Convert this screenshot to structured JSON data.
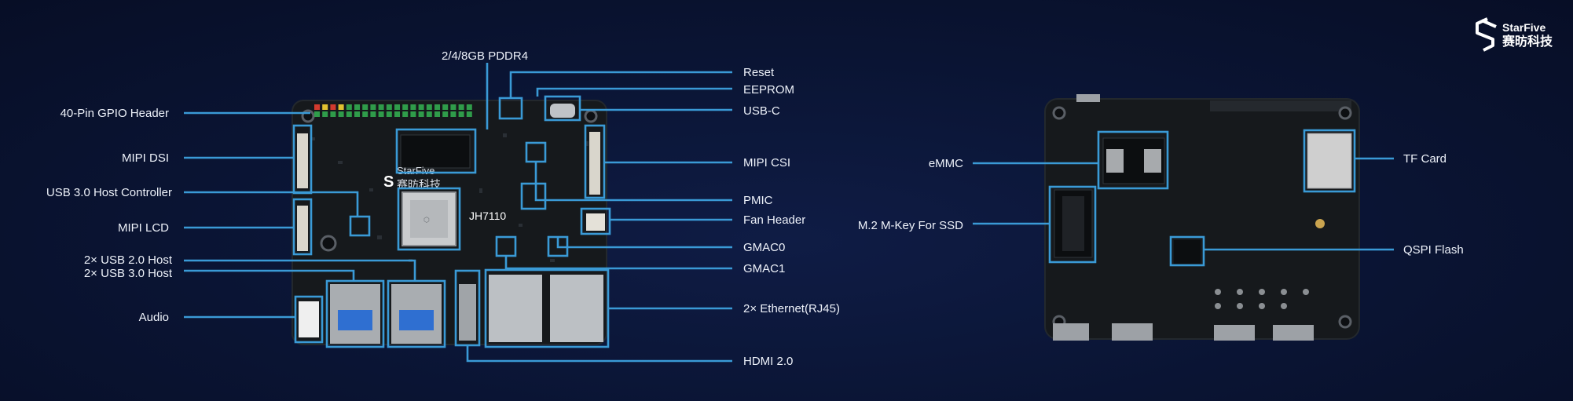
{
  "brand": {
    "name_en": "StarFive",
    "name_cn": "赛昉科技",
    "logo_icon": "starfive-s-logo"
  },
  "front_board": {
    "silk_brand": "StarFive",
    "silk_cn": "赛昉科技",
    "soc_label": "JH7110",
    "labels_left": [
      "40-Pin GPIO Header",
      "MIPI DSI",
      "USB 3.0 Host Controller",
      "MIPI LCD",
      "2× USB 2.0 Host",
      "2× USB 3.0 Host",
      "Audio"
    ],
    "labels_top": [
      "2/4/8GB PDDR4"
    ],
    "labels_right": [
      "Reset",
      "EEPROM",
      "USB-C",
      "MIPI CSI",
      "PMIC",
      "Fan Header",
      "GMAC0",
      "GMAC1",
      "2× Ethernet(RJ45)",
      "HDMI 2.0"
    ]
  },
  "back_board": {
    "labels_left": [
      "eMMC",
      "M.2 M-Key For SSD"
    ],
    "labels_right": [
      "TF Card",
      "QSPI Flash"
    ]
  },
  "colors": {
    "background": "#0a1433",
    "callout": "#3a9ad6",
    "label": "#eef2fa",
    "pcb": "#15191d"
  }
}
